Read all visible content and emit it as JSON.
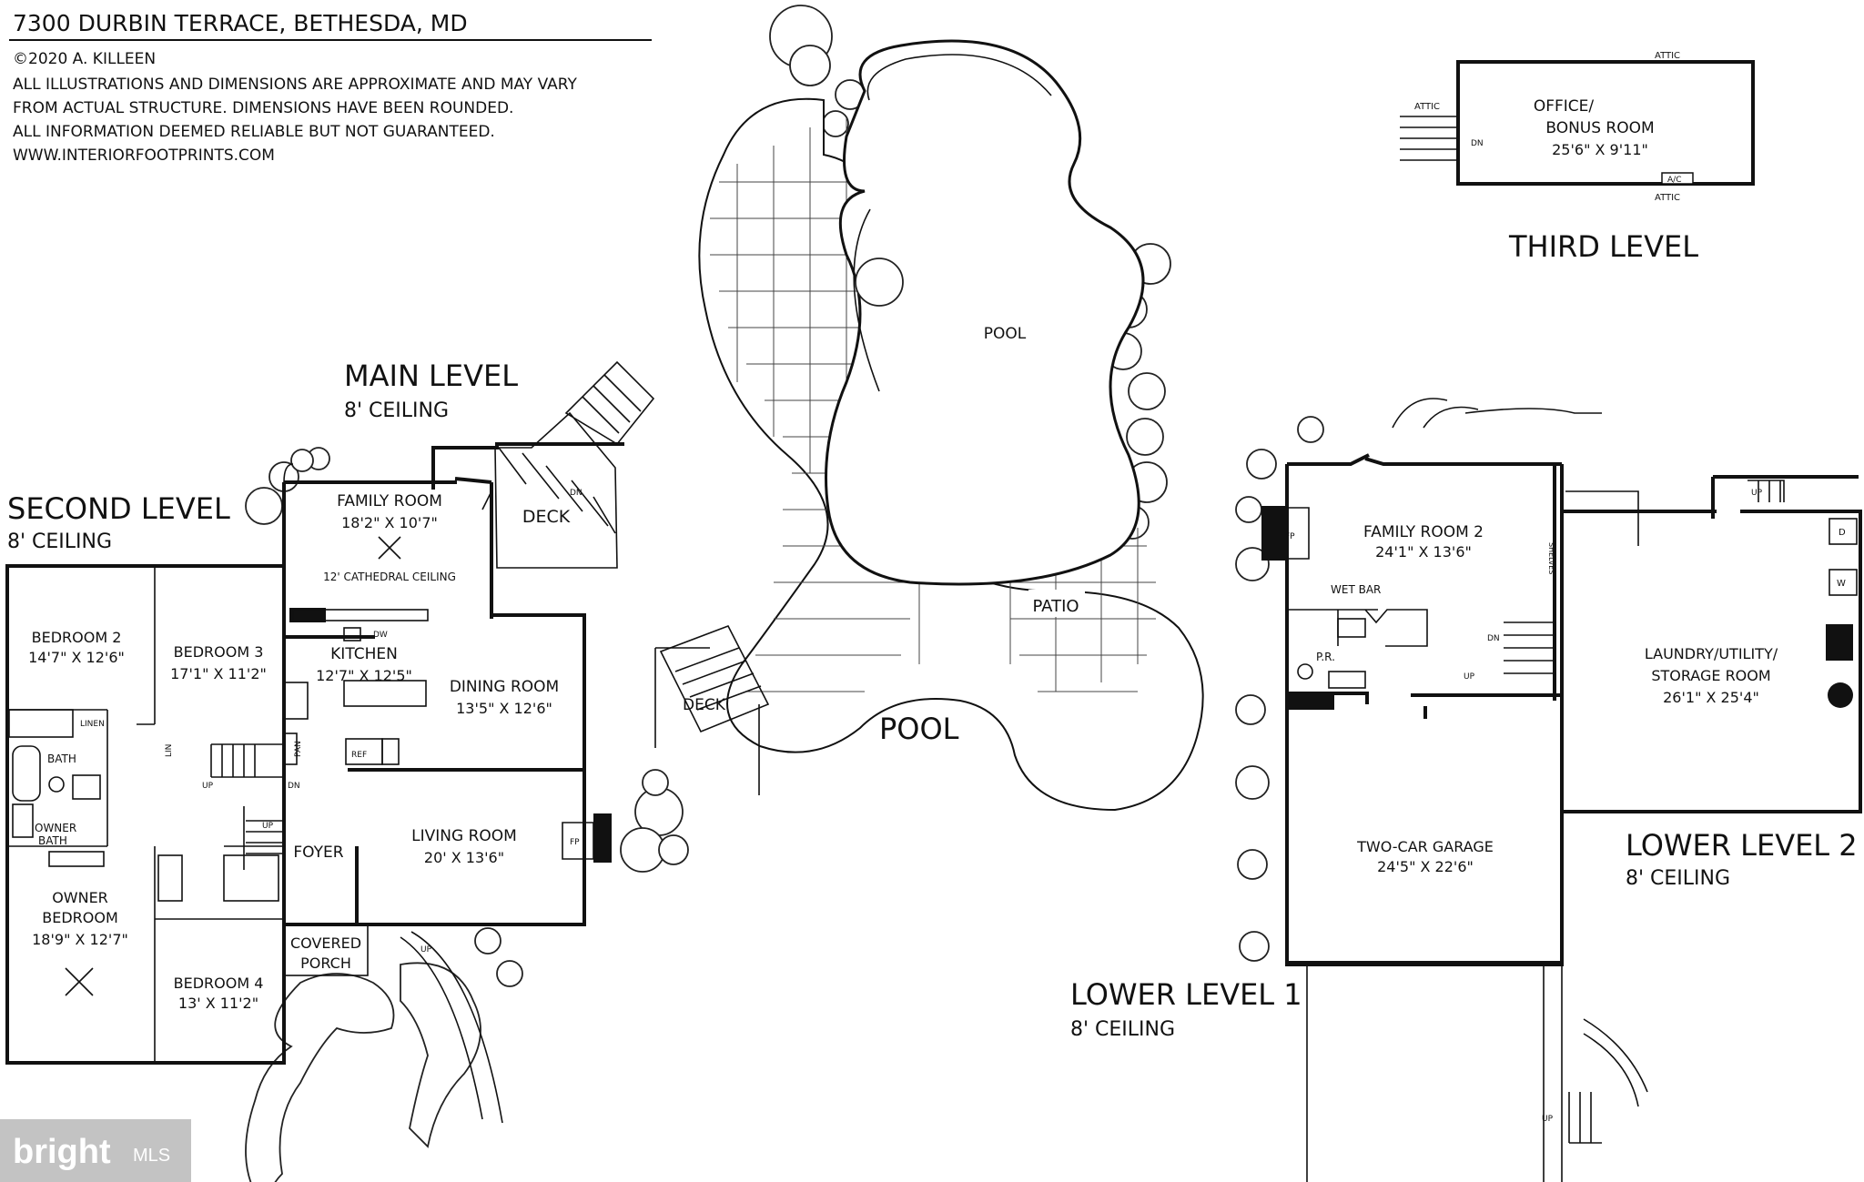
{
  "header": {
    "address": "7300 DURBIN TERRACE, BETHESDA, MD",
    "copyright": "©2020 A. KILLEEN",
    "disclaimer_1": "ALL ILLUSTRATIONS AND DIMENSIONS ARE APPROXIMATE AND MAY VARY",
    "disclaimer_2": "FROM ACTUAL STRUCTURE. DIMENSIONS HAVE BEEN ROUNDED.",
    "disclaimer_3": "ALL INFORMATION DEEMED RELIABLE BUT NOT GUARANTEED.",
    "website": "WWW.INTERIORFOOTPRINTS.COM"
  },
  "levels": {
    "main": {
      "title": "MAIN LEVEL",
      "ceiling": "8' CEILING"
    },
    "second": {
      "title": "SECOND LEVEL",
      "ceiling": "8' CEILING"
    },
    "third": {
      "title": "THIRD LEVEL"
    },
    "lower1": {
      "title": "LOWER LEVEL 1",
      "ceiling": "8' CEILING"
    },
    "lower2": {
      "title": "LOWER LEVEL 2",
      "ceiling": "8' CEILING"
    },
    "pool": {
      "title": "POOL"
    }
  },
  "rooms": {
    "family_room": {
      "name": "FAMILY ROOM",
      "dims": "18'2\" X 10'7\"",
      "note": "12' CATHEDRAL CEILING"
    },
    "deck_main": {
      "name": "DECK"
    },
    "kitchen": {
      "name": "KITCHEN",
      "dims": "12'7\" X 12'5\""
    },
    "dining_room": {
      "name": "DINING ROOM",
      "dims": "13'5\" X 12'6\""
    },
    "living_room": {
      "name": "LIVING ROOM",
      "dims": "20' X 13'6\""
    },
    "foyer": {
      "name": "FOYER"
    },
    "covered_porch": {
      "name_1": "COVERED",
      "name_2": "PORCH"
    },
    "bedroom2": {
      "name": "BEDROOM 2",
      "dims": "14'7\" X 12'6\""
    },
    "bedroom3": {
      "name": "BEDROOM 3",
      "dims": "17'1\" X 11'2\""
    },
    "bedroom4": {
      "name": "BEDROOM 4",
      "dims": "13' X 11'2\""
    },
    "owner_bedroom": {
      "name_1": "OWNER",
      "name_2": "BEDROOM",
      "dims": "18'9\" X 12'7\""
    },
    "bath": {
      "name": "BATH"
    },
    "owner_bath": {
      "name_1": "OWNER",
      "name_2": "BATH"
    },
    "linen": {
      "name": "LINEN"
    },
    "lin": {
      "name": "LIN"
    },
    "pool_label": {
      "name": "POOL"
    },
    "patio": {
      "name": "PATIO"
    },
    "deck_pool": {
      "name": "DECK"
    },
    "office": {
      "name_1": "OFFICE/",
      "name_2": "BONUS ROOM",
      "dims": "25'6\" X 9'11\""
    },
    "family_room2": {
      "name": "FAMILY ROOM 2",
      "dims": "24'1\" X 13'6\""
    },
    "wet_bar": {
      "name": "WET BAR"
    },
    "pr": {
      "name": "P.R."
    },
    "garage": {
      "name": "TWO-CAR GARAGE",
      "dims": "24'5\" X 22'6\""
    },
    "laundry": {
      "name_1": "LAUNDRY/UTILITY/",
      "name_2": "STORAGE ROOM",
      "dims": "26'1\" X 25'4\""
    }
  },
  "fixtures": {
    "dw": "DW",
    "ref": "REF",
    "pan": "PAN",
    "fp": "FP",
    "shelves": "SHELVES",
    "up": "UP",
    "dn": "DN",
    "attic": "ATTIC",
    "ac": "A/C",
    "d": "D",
    "w": "W"
  },
  "watermark": {
    "brand": "bright",
    "suffix": "MLS"
  }
}
